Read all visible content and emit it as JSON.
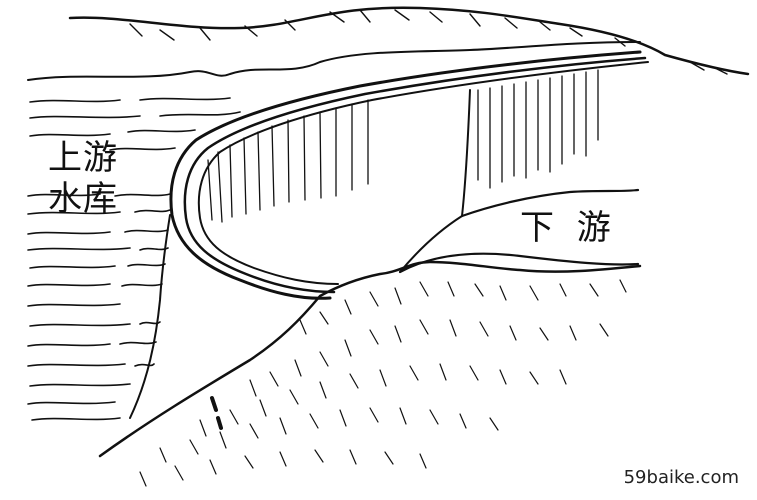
{
  "labels": {
    "upstream_line1": "上游",
    "upstream_line2": "水库",
    "downstream": "下 游"
  },
  "watermark": "59baike.com",
  "colors": {
    "ink": "#111111",
    "background": "#ffffff"
  }
}
